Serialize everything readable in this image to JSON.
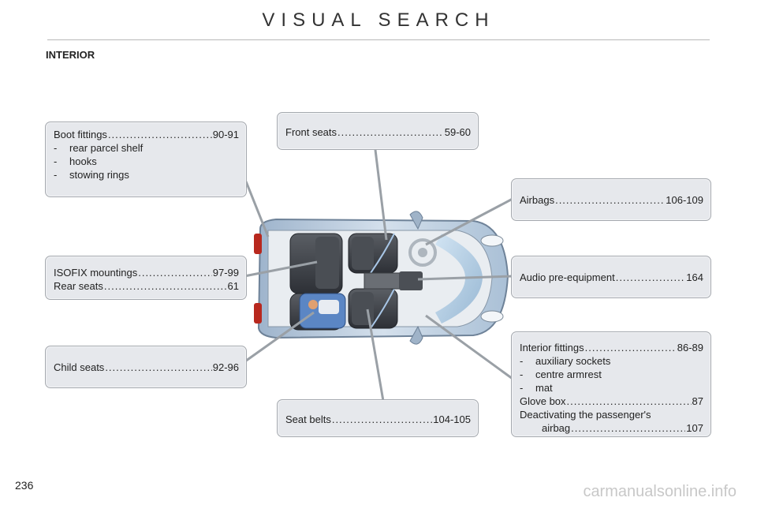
{
  "header": {
    "title": "VISUAL SEARCH"
  },
  "section": {
    "title": "INTERIOR"
  },
  "page_number": "236",
  "watermark": "carmanualsonline.info",
  "callouts": {
    "boot": {
      "title": "Boot fittings",
      "pages": "90-91",
      "items": [
        "rear parcel shelf",
        "hooks",
        "stowing rings"
      ]
    },
    "front_seats": {
      "title": "Front seats",
      "pages": "59-60"
    },
    "airbags": {
      "title": "Airbags",
      "pages": "106-109"
    },
    "isofix": {
      "title": "ISOFIX mountings",
      "pages": "97-99",
      "title2": "Rear seats",
      "pages2": "61"
    },
    "audio": {
      "title": "Audio pre-equipment",
      "pages": "164"
    },
    "child_seats": {
      "title": "Child seats",
      "pages": "92-96"
    },
    "seat_belts": {
      "title": "Seat belts",
      "pages": "104-105"
    },
    "interior": {
      "title": "Interior fittings",
      "pages": "86-89",
      "items": [
        "auxiliary sockets",
        "centre armrest",
        "mat"
      ],
      "glove_box": "Glove box",
      "glove_box_pages": "87",
      "deactivating": "Deactivating the passenger's",
      "airbag": "airbag",
      "airbag_pages": "107"
    }
  },
  "dash": "-"
}
